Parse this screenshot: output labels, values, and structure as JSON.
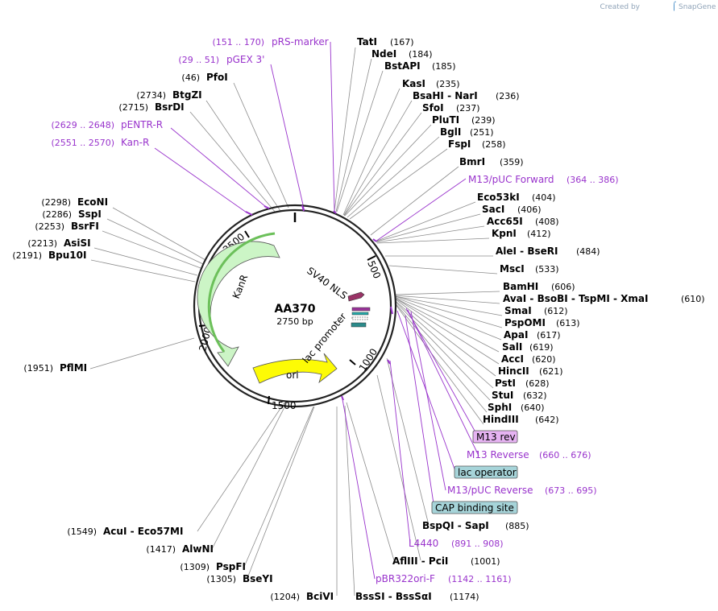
{
  "watermark": {
    "prefix": "Created by",
    "brand": "SnapGene"
  },
  "plasmid": {
    "name": "AA370",
    "length_label": "2750 bp",
    "length": 2750
  },
  "ticks": [
    "500",
    "1000",
    "1500",
    "2000",
    "2500"
  ],
  "features": [
    {
      "id": "kanr",
      "label": "KanR",
      "color": "#ccf5c6"
    },
    {
      "id": "ori",
      "label": "ori",
      "color": "#fdfb05"
    },
    {
      "id": "sv40",
      "label": "SV40 NLS",
      "color": "#993366"
    },
    {
      "id": "lacpromoter",
      "label": "lac promoter",
      "color": "#22aaaa"
    }
  ],
  "primers_left": [
    {
      "name": "pRS-marker",
      "range": "(151 .. 170)"
    },
    {
      "name": "pGEX 3'",
      "range": "(29 .. 51)"
    },
    {
      "name": "pENTR-R",
      "range": "(2629 .. 2648)"
    },
    {
      "name": "Kan-R",
      "range": "(2551 .. 2570)"
    }
  ],
  "sites_left": [
    {
      "name": "PfoI",
      "pos": "(46)"
    },
    {
      "name": "BtgZI",
      "pos": "(2734)"
    },
    {
      "name": "BsrDI",
      "pos": "(2715)"
    },
    {
      "name": "EcoNI",
      "pos": "(2298)"
    },
    {
      "name": "SspI",
      "pos": "(2286)"
    },
    {
      "name": "BsrFI",
      "pos": "(2253)"
    },
    {
      "name": "AsiSI",
      "pos": "(2213)"
    },
    {
      "name": "Bpu10I",
      "pos": "(2191)"
    },
    {
      "name": "PflMI",
      "pos": "(1951)"
    }
  ],
  "sites_right": [
    {
      "text": "TatI",
      "pos": "(167)"
    },
    {
      "text": "NdeI",
      "pos": "(184)"
    },
    {
      "text": "BstAPI",
      "pos": "(185)"
    },
    {
      "text": "KasI",
      "pos": "(235)"
    },
    {
      "text": "BsaHI  -  NarI",
      "pos": "(236)"
    },
    {
      "text": "SfoI",
      "pos": "(237)"
    },
    {
      "text": "PluTI",
      "pos": "(239)"
    },
    {
      "text": "BglI",
      "pos": "(251)"
    },
    {
      "text": "FspI",
      "pos": "(258)"
    },
    {
      "text": "BmrI",
      "pos": "(359)"
    },
    {
      "text": "Eco53kI",
      "pos": "(404)"
    },
    {
      "text": "SacI",
      "pos": "(406)"
    },
    {
      "text": "Acc65I",
      "pos": "(408)"
    },
    {
      "text": "KpnI",
      "pos": "(412)"
    },
    {
      "text": "AleI  -  BseRI",
      "pos": "(484)"
    },
    {
      "text": "MscI",
      "pos": "(533)"
    },
    {
      "text": "BamHI",
      "pos": "(606)"
    },
    {
      "text": "AvaI  -  BsoBI  -  TspMI  -  XmaI",
      "pos": "(610)"
    },
    {
      "text": "SmaI",
      "pos": "(612)"
    },
    {
      "text": "PspOMI",
      "pos": "(613)"
    },
    {
      "text": "ApaI",
      "pos": "(617)"
    },
    {
      "text": "SalI",
      "pos": "(619)"
    },
    {
      "text": "AccI",
      "pos": "(620)"
    },
    {
      "text": "HincII",
      "pos": "(621)"
    },
    {
      "text": "PstI",
      "pos": "(628)"
    },
    {
      "text": "StuI",
      "pos": "(632)"
    },
    {
      "text": "SphI",
      "pos": "(640)"
    },
    {
      "text": "HindIII",
      "pos": "(642)"
    },
    {
      "text": "BspQI  -  SapI",
      "pos": "(885)"
    },
    {
      "text": "AflIII  -  PciI",
      "pos": "(1001)"
    },
    {
      "text": "BssSI  -  BssSαI",
      "pos": "(1174)"
    }
  ],
  "primers_right": [
    {
      "name": "M13/pUC Forward",
      "range": "(364 .. 386)"
    },
    {
      "name": "M13 Reverse",
      "range": "(660 .. 676)"
    },
    {
      "name": "M13/pUC Reverse",
      "range": "(673 .. 695)"
    },
    {
      "name": "L4440",
      "range": "(891 .. 908)"
    },
    {
      "name": "pBR322ori-F",
      "range": "(1142 .. 1161)"
    }
  ],
  "boxed_labels": [
    {
      "name": "M13 rev",
      "fill": "#e6b3f2"
    },
    {
      "name": "lac operator",
      "fill": "#a6d4d9"
    },
    {
      "name": "CAP binding site",
      "fill": "#a6d4d9"
    }
  ],
  "sites_bottom": [
    {
      "name": "AcuI  -  Eco57MI",
      "pos": "(1549)"
    },
    {
      "name": "AlwNI",
      "pos": "(1417)"
    },
    {
      "name": "PspFI",
      "pos": "(1309)"
    },
    {
      "name": "BseYI",
      "pos": "(1305)"
    },
    {
      "name": "BciVI",
      "pos": "(1204)"
    }
  ],
  "colors": {
    "primer": "#9933cc",
    "line": "#888888",
    "ring": "#222222"
  }
}
